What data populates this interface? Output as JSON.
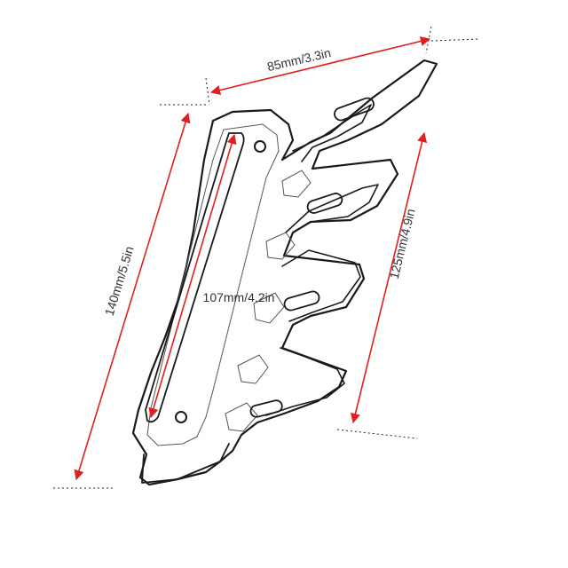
{
  "diagram": {
    "dimensions": {
      "width": "85mm/3.3in",
      "height": "125mm/4.9in",
      "length": "140mm/5.5in",
      "slot": "107mm/4.2in"
    },
    "colors": {
      "dimension_arrow": "#e02020",
      "outline": "#1a1a1a",
      "background": "#ffffff"
    }
  }
}
